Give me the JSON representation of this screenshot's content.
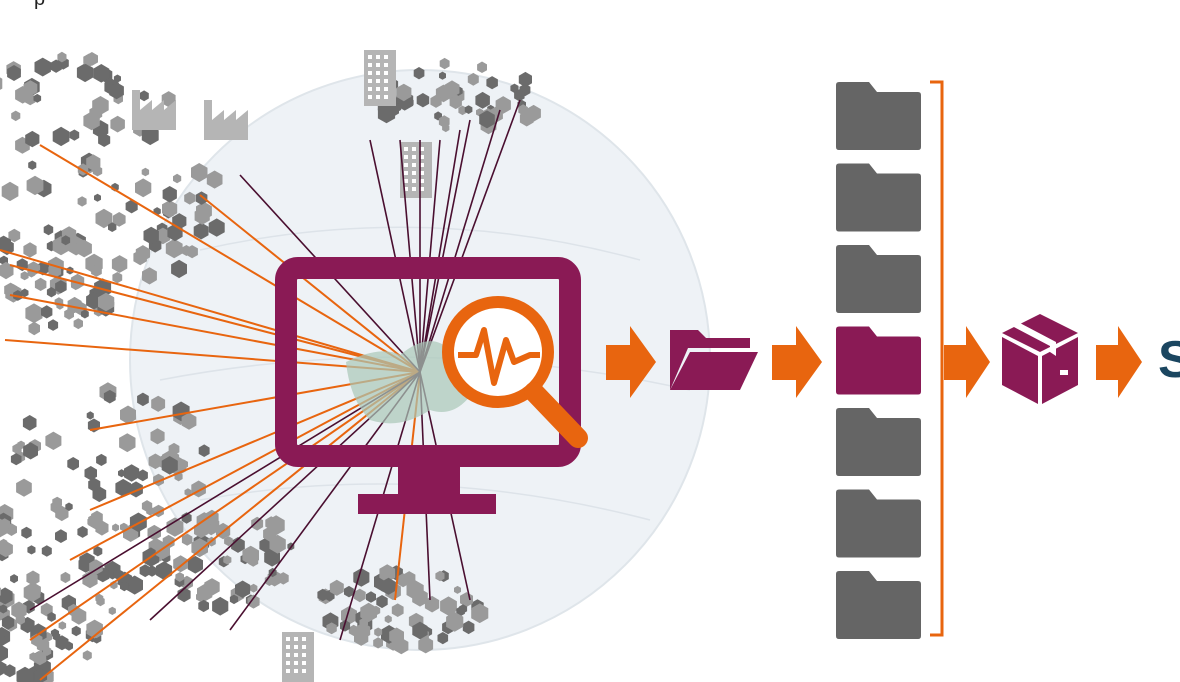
{
  "colors": {
    "purple": "#8a1a55",
    "orange": "#e8650f",
    "line_dark": "#4a0f30",
    "hex_gray": "#6b6b6b",
    "hex_light": "#9a9a9a",
    "folder_gray": "#656565",
    "building_gray": "#b5b5b5",
    "globe": "#e9eef3",
    "text_navy": "#1b4660"
  },
  "text": {
    "top_fragment": "p",
    "right_fragment": "S"
  },
  "icons": {
    "monitor": "monitor-icon",
    "magnifier": "magnifier-pulse-icon",
    "open_folder": "open-folder-icon",
    "folder": "folder-icon",
    "package": "package-box-icon",
    "arrow": "arrow-right-icon",
    "factory": "factory-icon",
    "building": "building-icon"
  },
  "folder_stack": {
    "count": 7,
    "highlighted_index": 3
  }
}
